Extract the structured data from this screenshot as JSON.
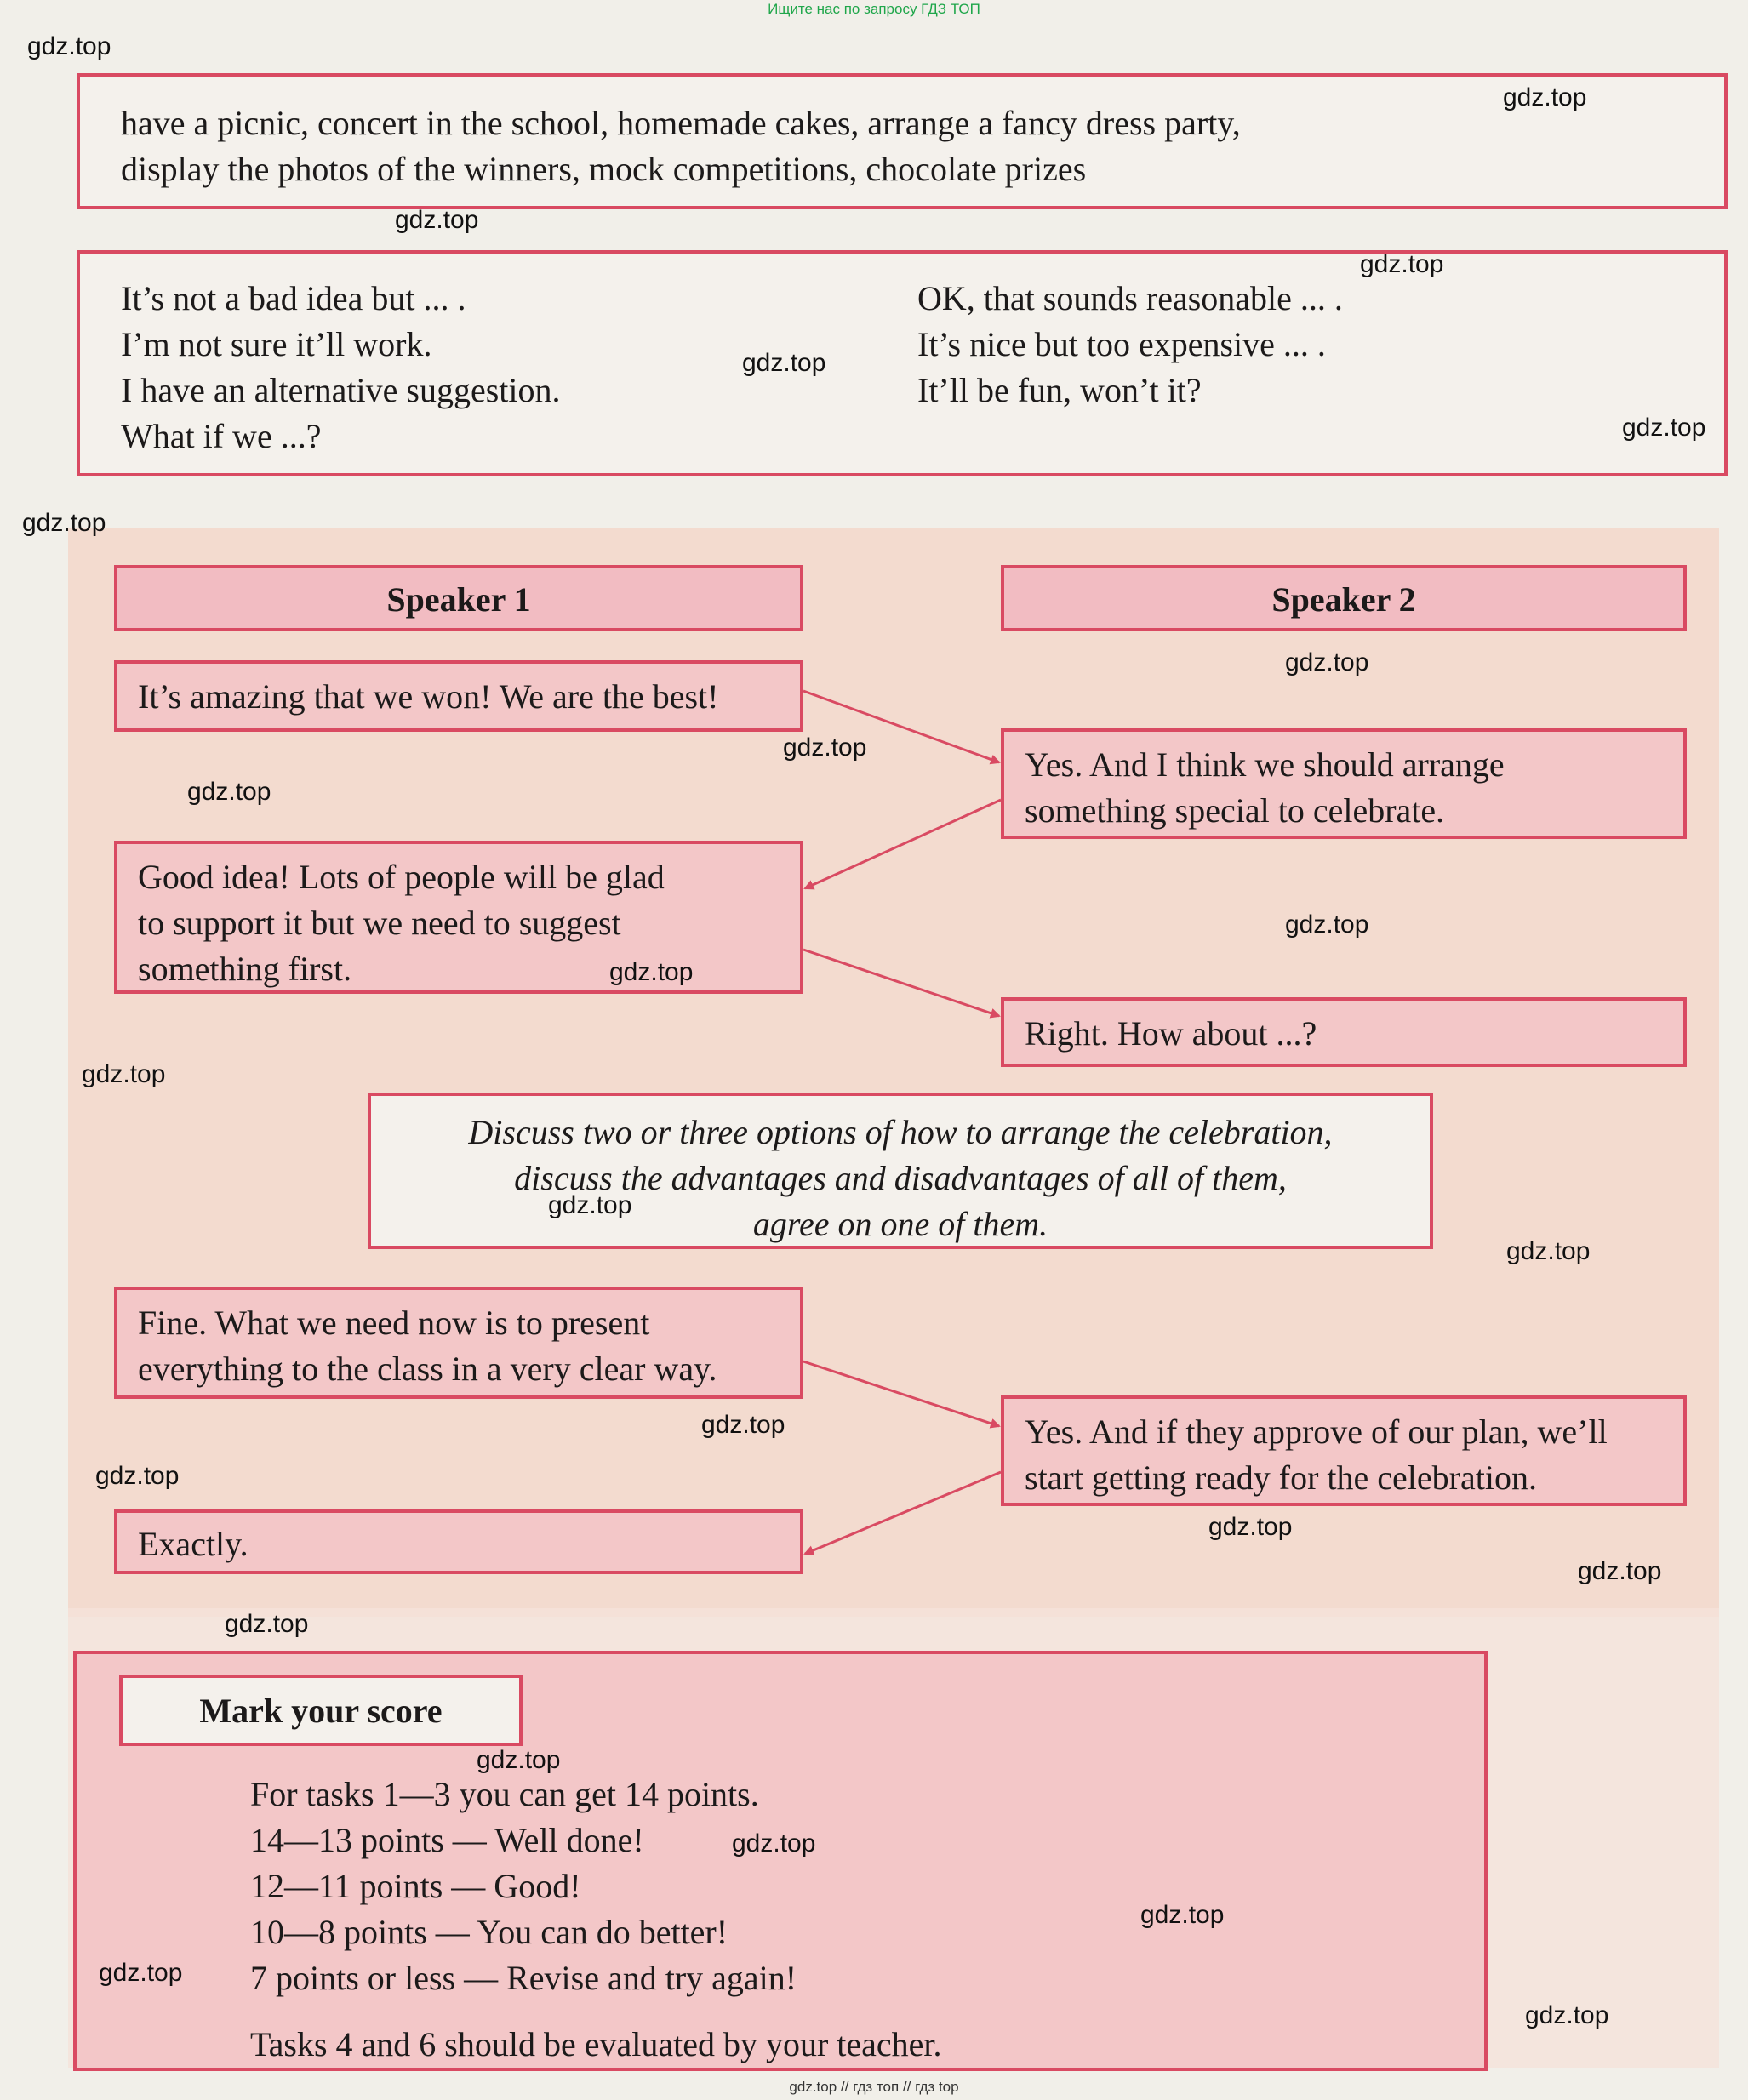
{
  "top_note": "Ищите нас по запросу ГДЗ ТОП",
  "bottom_note": "gdz.top // гдз топ // гдз top",
  "watermark": "gdz.top",
  "ideas_box": {
    "lines": [
      "have a picnic, concert in the school, homemade cakes, arrange a fancy dress party,",
      "display the photos of the winners, mock competitions, chocolate prizes"
    ]
  },
  "phrases_box": {
    "left": [
      "It’s not a bad idea but ... .",
      "I’m not sure it’ll work.",
      "I have an alternative suggestion.",
      "What if we ...?"
    ],
    "right": [
      "OK, that sounds reasonable ... .",
      "It’s nice but too expensive ... .",
      "It’ll be fun, won’t it?"
    ]
  },
  "dialogue": {
    "speaker1_label": "Speaker 1",
    "speaker2_label": "Speaker 2",
    "s1_line1": [
      "It’s amazing that we won! We are the best!"
    ],
    "s2_line1": [
      "Yes. And I think we should arrange",
      "something special to celebrate."
    ],
    "s1_line2": [
      "Good idea! Lots of people will be glad",
      "to support it but we need to suggest",
      "something first."
    ],
    "s2_line2": [
      "Right. How about ...?"
    ],
    "task": [
      "Discuss two or three options of how to arrange the celebration,",
      "discuss the advantages and disadvantages of all of them,",
      "agree on one of them."
    ],
    "s1_line3": [
      "Fine. What we need now is to present",
      "everything to the class in a very clear way."
    ],
    "s2_line3": [
      "Yes. And if they approve of our plan, we’ll",
      "start getting ready for the celebration."
    ],
    "s1_line4": [
      "Exactly."
    ]
  },
  "score": {
    "title": "Mark your score",
    "lines": [
      "For tasks 1—3 you can get 14 points.",
      "14—13 points — Well done!",
      "12—11 points — Good!",
      "10—8 points — You can do better!",
      "7 points or less — Revise and try again!"
    ],
    "footer": "Tasks 4 and 6 should be evaluated by your teacher."
  },
  "colors": {
    "border": "#d94a62",
    "box_pink": "#f3c7c8",
    "arrow": "#d94a62",
    "top_note": "#1fa64a"
  }
}
